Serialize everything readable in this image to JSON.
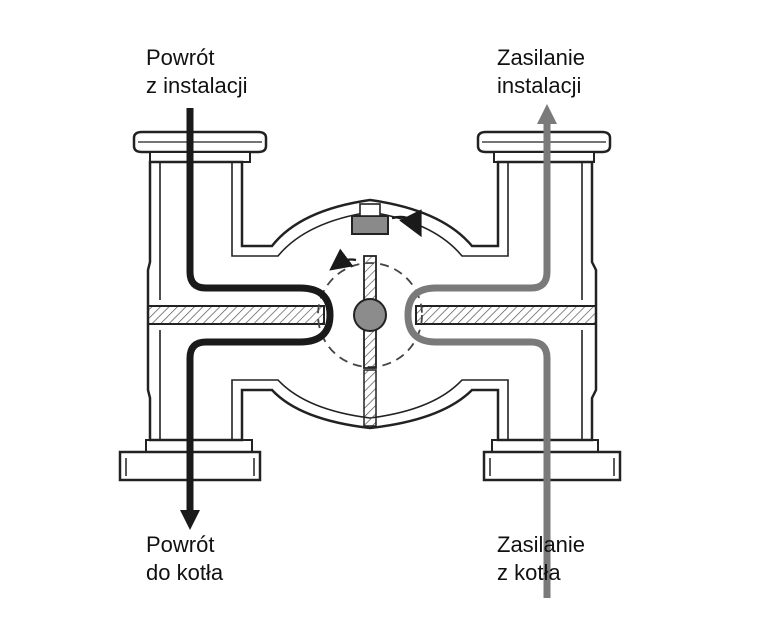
{
  "labels": {
    "return_from_installation": {
      "line1": "Powrót",
      "line2": "z instalacji"
    },
    "supply_to_installation": {
      "line1": "Zasilanie",
      "line2": "instalacji"
    },
    "return_to_boiler": {
      "line1": "Powrót",
      "line2": "do kotła"
    },
    "supply_from_boiler": {
      "line1": "Zasilanie",
      "line2": "z kotła"
    }
  },
  "colors": {
    "line": "#222222",
    "return_flow": "#1a1a1a",
    "supply_flow": "#7a7a7a",
    "hatch": "#555555",
    "disc": "#8c8c8c",
    "background": "#ffffff"
  }
}
